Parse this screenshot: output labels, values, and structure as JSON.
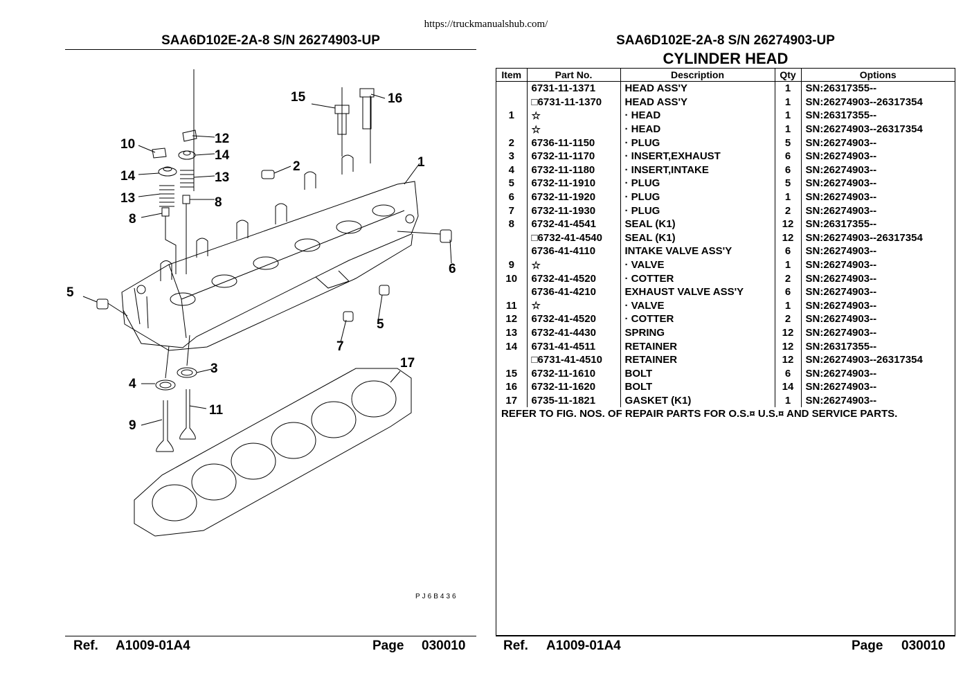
{
  "url": "https://truckmanualshub.com/",
  "model_left": "SAA6D102E-2A-8 S/N 26274903-UP",
  "model_right": "SAA6D102E-2A-8 S/N 26274903-UP",
  "title": "CYLINDER HEAD",
  "figure_code": "PJ6B436",
  "callouts": [
    "1",
    "2",
    "3",
    "4",
    "5",
    "5",
    "6",
    "7",
    "8",
    "8",
    "9",
    "10",
    "11",
    "12",
    "13",
    "13",
    "14",
    "14",
    "15",
    "16",
    "17"
  ],
  "columns": {
    "item": "Item",
    "part": "Part No.",
    "desc": "Description",
    "qty": "Qty",
    "opt": "Options"
  },
  "rows": [
    {
      "item": "",
      "part": "6731-11-1371",
      "desc": "HEAD ASS'Y",
      "qty": "1",
      "opt": "SN:26317355--"
    },
    {
      "item": "",
      "part": "□6731-11-1370",
      "desc": "HEAD ASS'Y",
      "qty": "1",
      "opt": "SN:26274903--26317354"
    },
    {
      "item": "1",
      "part": "☆",
      "desc": "· HEAD",
      "qty": "1",
      "opt": "SN:26317355--"
    },
    {
      "item": "",
      "part": "☆",
      "desc": "· HEAD",
      "qty": "1",
      "opt": "SN:26274903--26317354"
    },
    {
      "item": "2",
      "part": "6736-11-1150",
      "desc": "· PLUG",
      "qty": "5",
      "opt": "SN:26274903--"
    },
    {
      "item": "3",
      "part": "6732-11-1170",
      "desc": "· INSERT,EXHAUST",
      "qty": "6",
      "opt": "SN:26274903--"
    },
    {
      "item": "4",
      "part": "6732-11-1180",
      "desc": "· INSERT,INTAKE",
      "qty": "6",
      "opt": "SN:26274903--"
    },
    {
      "item": "5",
      "part": "6732-11-1910",
      "desc": "· PLUG",
      "qty": "5",
      "opt": "SN:26274903--"
    },
    {
      "item": "6",
      "part": "6732-11-1920",
      "desc": "· PLUG",
      "qty": "1",
      "opt": "SN:26274903--"
    },
    {
      "item": "7",
      "part": "6732-11-1930",
      "desc": "· PLUG",
      "qty": "2",
      "opt": "SN:26274903--"
    },
    {
      "item": "8",
      "part": "6732-41-4541",
      "desc": "SEAL (K1)",
      "qty": "12",
      "opt": "SN:26317355--"
    },
    {
      "item": "",
      "part": "□6732-41-4540",
      "desc": "SEAL (K1)",
      "qty": "12",
      "opt": "SN:26274903--26317354"
    },
    {
      "item": "",
      "part": "6736-41-4110",
      "desc": "INTAKE VALVE ASS'Y",
      "qty": "6",
      "opt": "SN:26274903--"
    },
    {
      "item": "9",
      "part": "☆",
      "desc": "· VALVE",
      "qty": "1",
      "opt": "SN:26274903--"
    },
    {
      "item": "10",
      "part": "6732-41-4520",
      "desc": "· COTTER",
      "qty": "2",
      "opt": "SN:26274903--"
    },
    {
      "item": "",
      "part": "6736-41-4210",
      "desc": "EXHAUST VALVE ASS'Y",
      "qty": "6",
      "opt": "SN:26274903--"
    },
    {
      "item": "11",
      "part": "☆",
      "desc": "· VALVE",
      "qty": "1",
      "opt": "SN:26274903--"
    },
    {
      "item": "12",
      "part": "6732-41-4520",
      "desc": "· COTTER",
      "qty": "2",
      "opt": "SN:26274903--"
    },
    {
      "item": "13",
      "part": "6732-41-4430",
      "desc": "SPRING",
      "qty": "12",
      "opt": "SN:26274903--"
    },
    {
      "item": "14",
      "part": "6731-41-4511",
      "desc": "RETAINER",
      "qty": "12",
      "opt": "SN:26317355--"
    },
    {
      "item": "",
      "part": "□6731-41-4510",
      "desc": "RETAINER",
      "qty": "12",
      "opt": "SN:26274903--26317354"
    },
    {
      "item": "15",
      "part": "6732-11-1610",
      "desc": "BOLT",
      "qty": "6",
      "opt": "SN:26274903--"
    },
    {
      "item": "16",
      "part": "6732-11-1620",
      "desc": "BOLT",
      "qty": "14",
      "opt": "SN:26274903--"
    },
    {
      "item": "17",
      "part": "6735-11-1821",
      "desc": "GASKET (K1)",
      "qty": "1",
      "opt": "SN:26274903--"
    }
  ],
  "note": "REFER TO FIG. NOS. OF REPAIR PARTS FOR O.S.¤ U.S.¤ AND SERVICE PARTS.",
  "footer": {
    "ref_label": "Ref.",
    "ref_value": "A1009-01A4",
    "page_label": "Page",
    "page_value": "030010"
  }
}
